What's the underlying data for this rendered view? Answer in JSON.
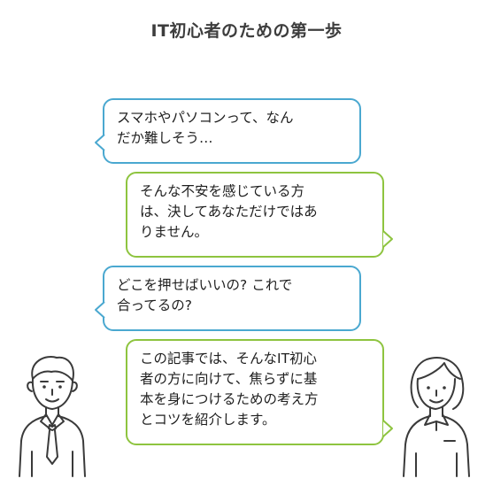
{
  "title": "IT初心者のための第一歩",
  "bubbles": [
    {
      "speaker": "left",
      "color": "#4aa8d0",
      "text": "スマホやパソコンって、なん\nだか難しそう…"
    },
    {
      "speaker": "right",
      "color": "#8ec43f",
      "text": "そんな不安を感じている方\nは、決してあなただけではあ\nりません。"
    },
    {
      "speaker": "left",
      "color": "#4aa8d0",
      "text": "どこを押せばいいの? これで\n合ってるの?"
    },
    {
      "speaker": "right",
      "color": "#8ec43f",
      "text": "この記事では、そんなIT初心\n者の方に向けて、焦らずに基\n本を身につけるための考え方\nとコツを紹介します。"
    }
  ],
  "people": [
    {
      "icon": "man-icon",
      "side": "left"
    },
    {
      "icon": "woman-icon",
      "side": "right"
    }
  ]
}
